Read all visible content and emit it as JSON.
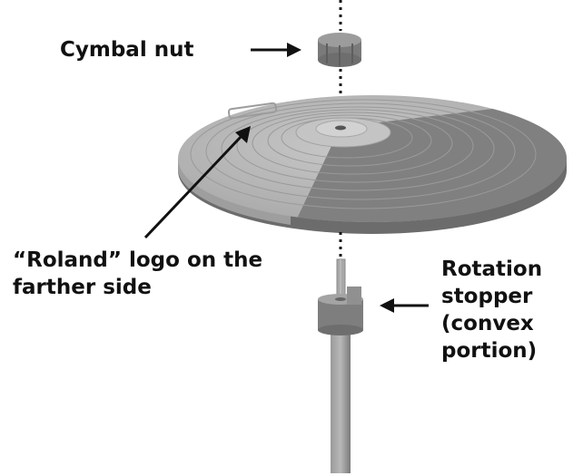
{
  "labels": {
    "cymbal_nut": "Cymbal nut",
    "logo": "“Roland” logo on the\nfarther side",
    "stopper": "Rotation\nstopper\n(convex\nportion)"
  },
  "colors": {
    "cymbal_light": "#b4b4b4",
    "cymbal_dark": "#7d7d7d",
    "hardware": "#8a8a8a",
    "text": "#111111"
  }
}
